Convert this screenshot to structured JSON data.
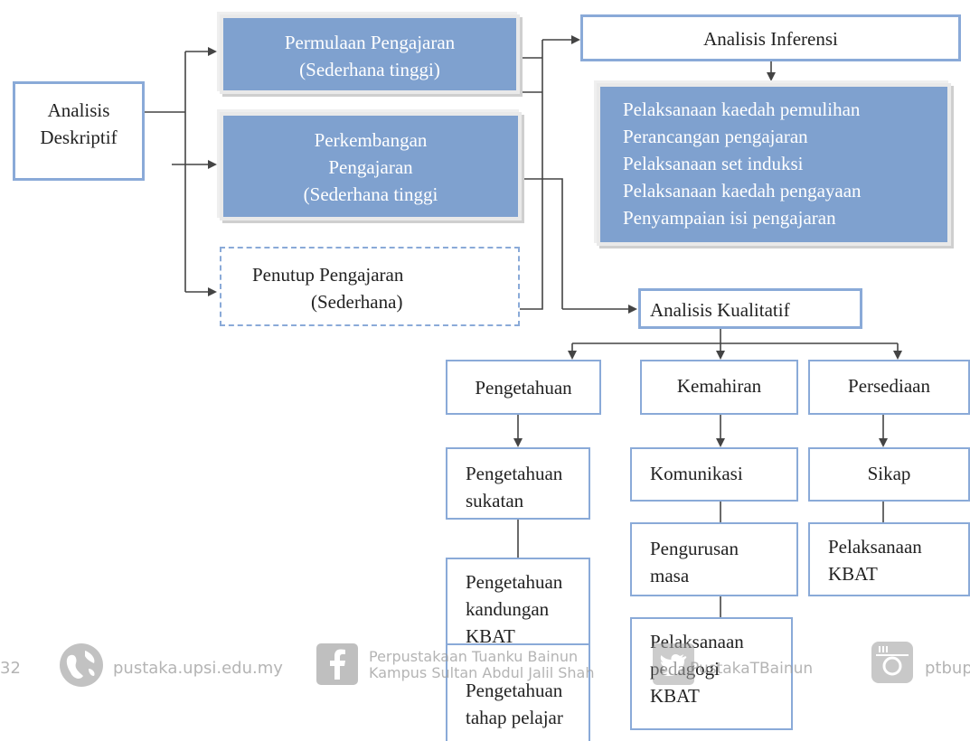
{
  "nodes": {
    "descriptive": [
      "Analisis",
      "Deskriptif"
    ],
    "opening": [
      "Permulaan Pengajaran",
      "(Sederhana tinggi)"
    ],
    "development": [
      "Perkembangan",
      "Pengajaran",
      "(Sederhana tinggi"
    ],
    "closing": [
      "Penutup Pengajaran",
      "(Sederhana)"
    ],
    "inferential": "Analisis Inferensi",
    "inferential_items": [
      "Pelaksanaan kaedah pemulihan",
      "Perancangan pengajaran",
      "Pelaksanaan set induksi",
      "Pelaksanaan kaedah pengayaan",
      "Penyampaian isi pengajaran"
    ],
    "qualitative": "Analisis Kualitatif",
    "knowledge": "Pengetahuan",
    "knowledge_items": [
      [
        "Pengetahuan",
        "sukatan"
      ],
      [
        "Pengetahuan",
        "kandungan",
        "KBAT"
      ],
      [
        "Pengetahuan",
        "tahap pelajar"
      ]
    ],
    "skills": "Kemahiran",
    "skills_items": [
      [
        "Komunikasi"
      ],
      [
        "Pengurusan",
        "masa"
      ],
      [
        "Pelaksanaan",
        "pedagogi",
        "KBAT"
      ]
    ],
    "preparation": "Persediaan",
    "preparation_items": [
      [
        "Sikap"
      ],
      [
        "Pelaksanaan",
        "KBAT"
      ]
    ]
  },
  "watermark": {
    "page": "32",
    "site": "pustaka.upsi.edu.my",
    "library": [
      "Perpustakaan Tuanku Bainun",
      "Kampus Sultan Abdul Jalil Shah"
    ],
    "twitter": "PustakaTBainun",
    "instagram": "ptbup"
  },
  "colors": {
    "accent": "#7fa1cf",
    "border": "#8aaad8",
    "arrow": "#444444"
  }
}
